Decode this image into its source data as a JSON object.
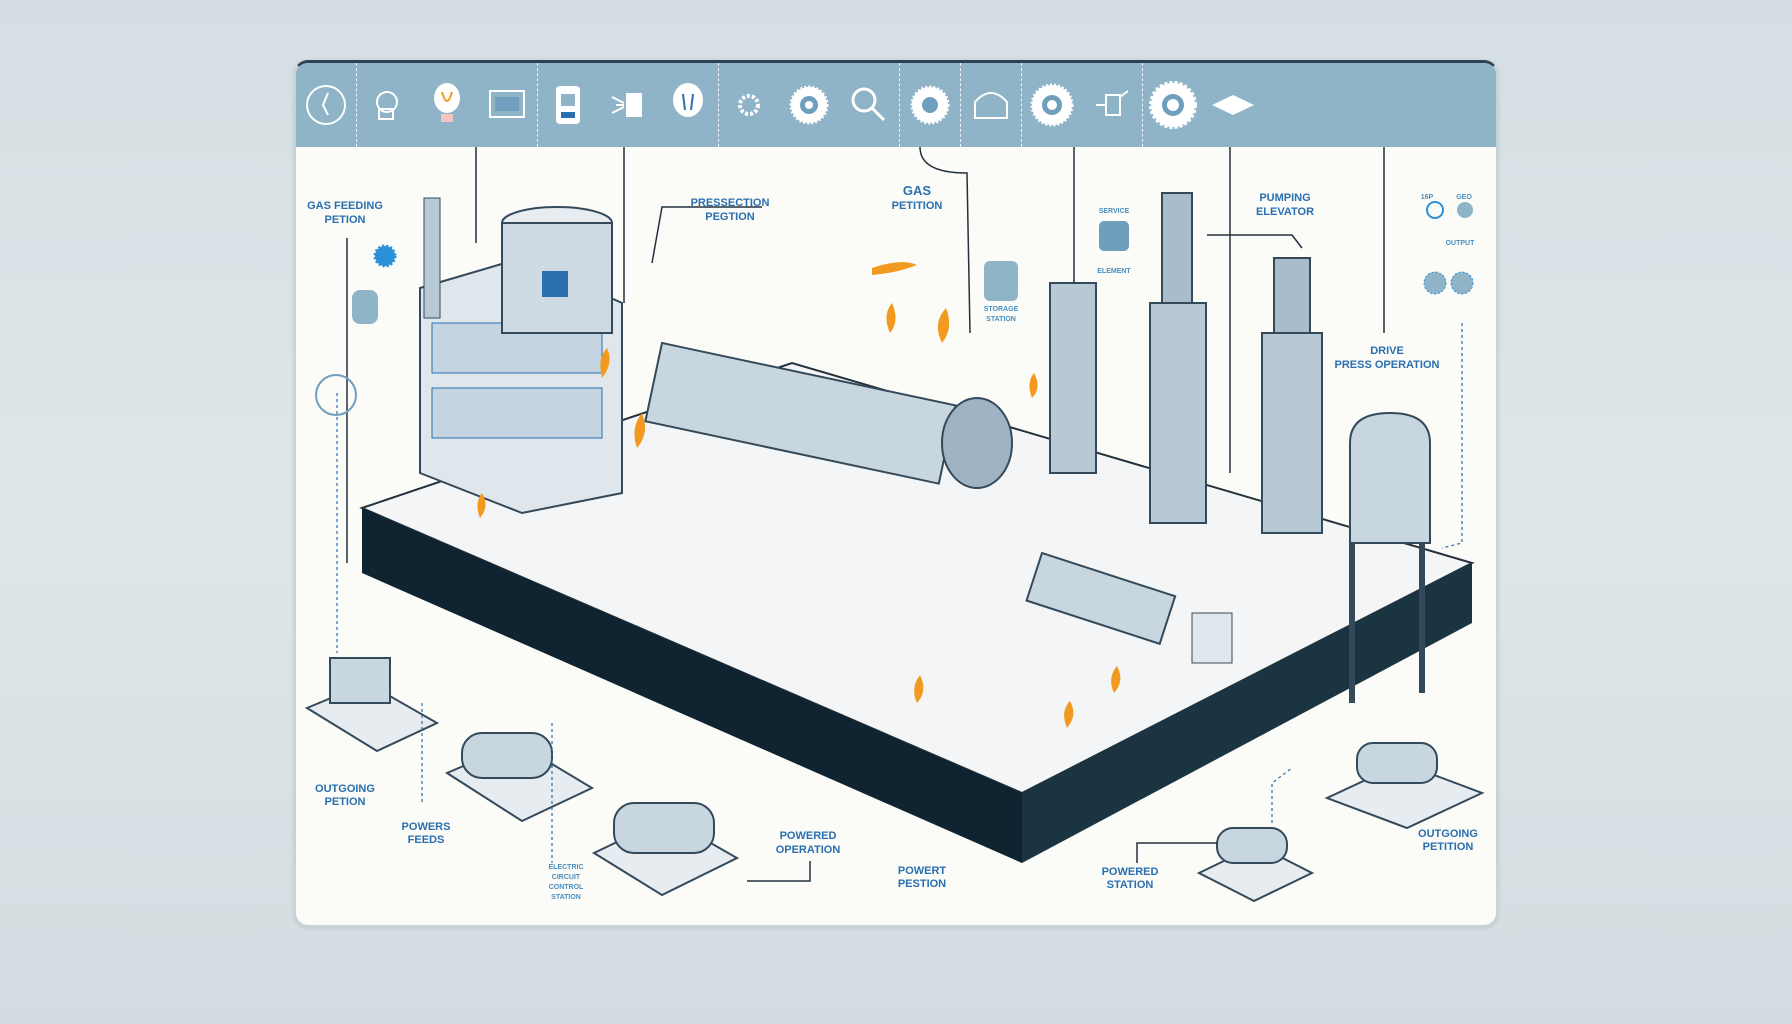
{
  "header": {
    "icons": [
      "clock-icon",
      "head-gear-icon",
      "light-bulb-icon",
      "monitor-icon",
      "fuel-tank-icon",
      "spark-panel-icon",
      "bulb-outline-icon",
      "gear-cluster-icon",
      "gear-icon",
      "magnifier-icon",
      "gear-icon",
      "dome-icon",
      "gear-icon",
      "valve-icon",
      "large-gear-icon",
      "diamond-arrow-icon"
    ]
  },
  "labels": {
    "gas_feeding": [
      "GAS FEEDING",
      "PETION"
    ],
    "pressection": [
      "PRESSECTION",
      "PEGTION"
    ],
    "gas_petition": [
      "GAS",
      "PETITION"
    ],
    "service_element": [
      "SERVICE",
      "ELEMENT"
    ],
    "storage_station": [
      "STORAGE",
      "STATION"
    ],
    "pumping_elevator": [
      "PUMPING",
      "ELEVATOR"
    ],
    "drive_press": [
      "DRIVE",
      "PRESS OPERATION"
    ],
    "right_small": [
      "16P",
      "GEO",
      "OUTPUT"
    ],
    "outgoing_left": [
      "OUTGOING",
      "PETION"
    ],
    "powers_feeds": [
      "POWERS",
      "FEEDS"
    ],
    "powered_operation": [
      "POWERED",
      "OPERATION"
    ],
    "power_feeds": [
      "POWERT",
      "PESTION"
    ],
    "powered_station": [
      "POWERED",
      "STATION"
    ],
    "outgoing_right": [
      "OUTGOING",
      "PETITION"
    ],
    "motor_small": [
      "ELECTRIC",
      "CIRCUIT",
      "CONTROL",
      "STATION"
    ]
  },
  "colors": {
    "header": "#8fb3c7",
    "accent": "#2a6fae",
    "flame": "#f29a1f",
    "steel": "#b8c9d6",
    "platform": "#0f2330"
  }
}
